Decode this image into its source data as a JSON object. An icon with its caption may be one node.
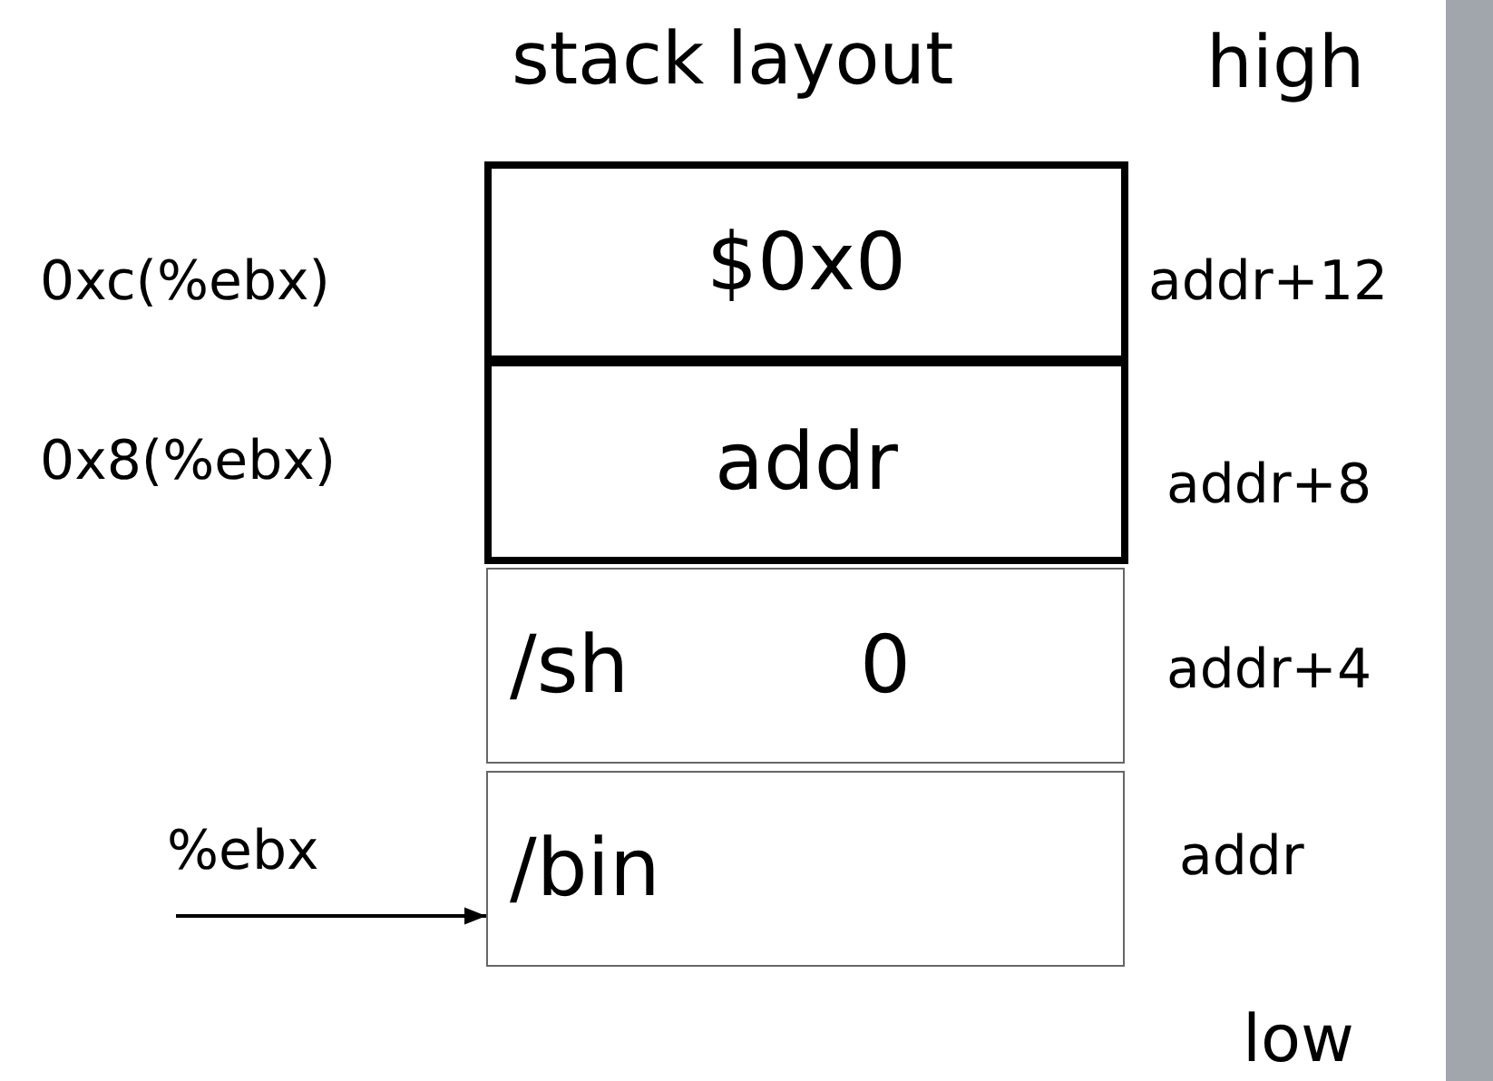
{
  "diagram": {
    "title": "stack layout",
    "nodes": [
      {
        "text": [
          "$0x0"
        ],
        "beside": [
          "0xc(%ebx)",
          "addr+12"
        ]
      },
      {
        "text": [
          "addr"
        ],
        "beside": [
          "0x8(%ebx)",
          "addr+8"
        ]
      },
      {
        "text": [
          "/sh",
          "0"
        ],
        "beside": [
          "addr+4"
        ]
      },
      {
        "text": [
          "/bin"
        ],
        "beside": [
          "addr"
        ]
      },
      {
        "text": [],
        "shape": "bar"
      }
    ],
    "edges": [
      {
        "from": null,
        "to": 3,
        "arrow": "to",
        "label": "%ebx"
      }
    ],
    "labels": [
      "high",
      "low"
    ]
  }
}
